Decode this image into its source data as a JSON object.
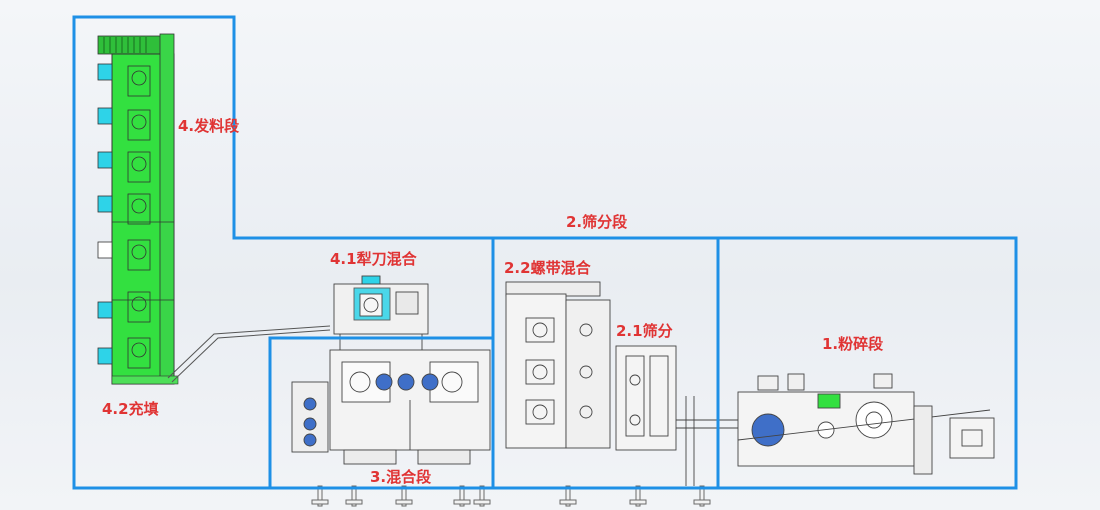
{
  "labels": {
    "s1": "1.粉碎段",
    "s2": "2.筛分段",
    "s21": "2.1筛分",
    "s22": "2.2螺带混合",
    "s3": "3.混合段",
    "s41": "4.1犁刀混合",
    "s42": "4.2充填",
    "s4": "4.发料段"
  },
  "colors": {
    "frame": "#1e90e6",
    "label": "#e03434",
    "equipment_green": "#33e040",
    "tank_blue": "#3f6fc8",
    "panel_cyan": "#2ed3e8",
    "line_dark": "#4a4a4a"
  }
}
